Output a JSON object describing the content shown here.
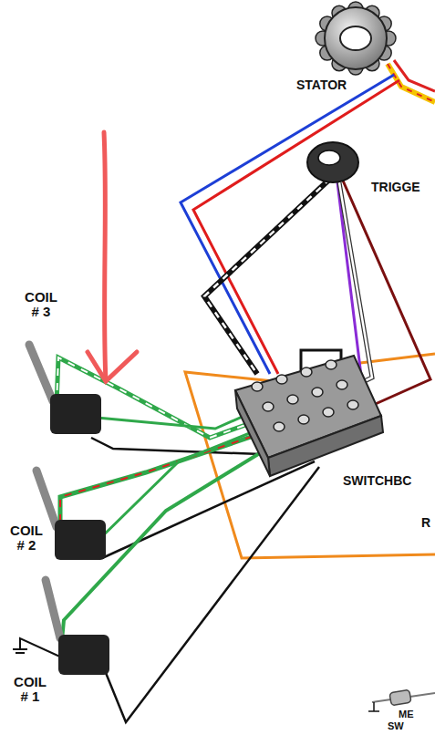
{
  "diagram": {
    "labels": [
      "STATOR",
      "TRIGGE",
      "COIL # 3",
      "COIL # 2",
      "COIL # 1",
      "SWITCHBC",
      "R",
      "ME",
      "SW"
    ]
  }
}
